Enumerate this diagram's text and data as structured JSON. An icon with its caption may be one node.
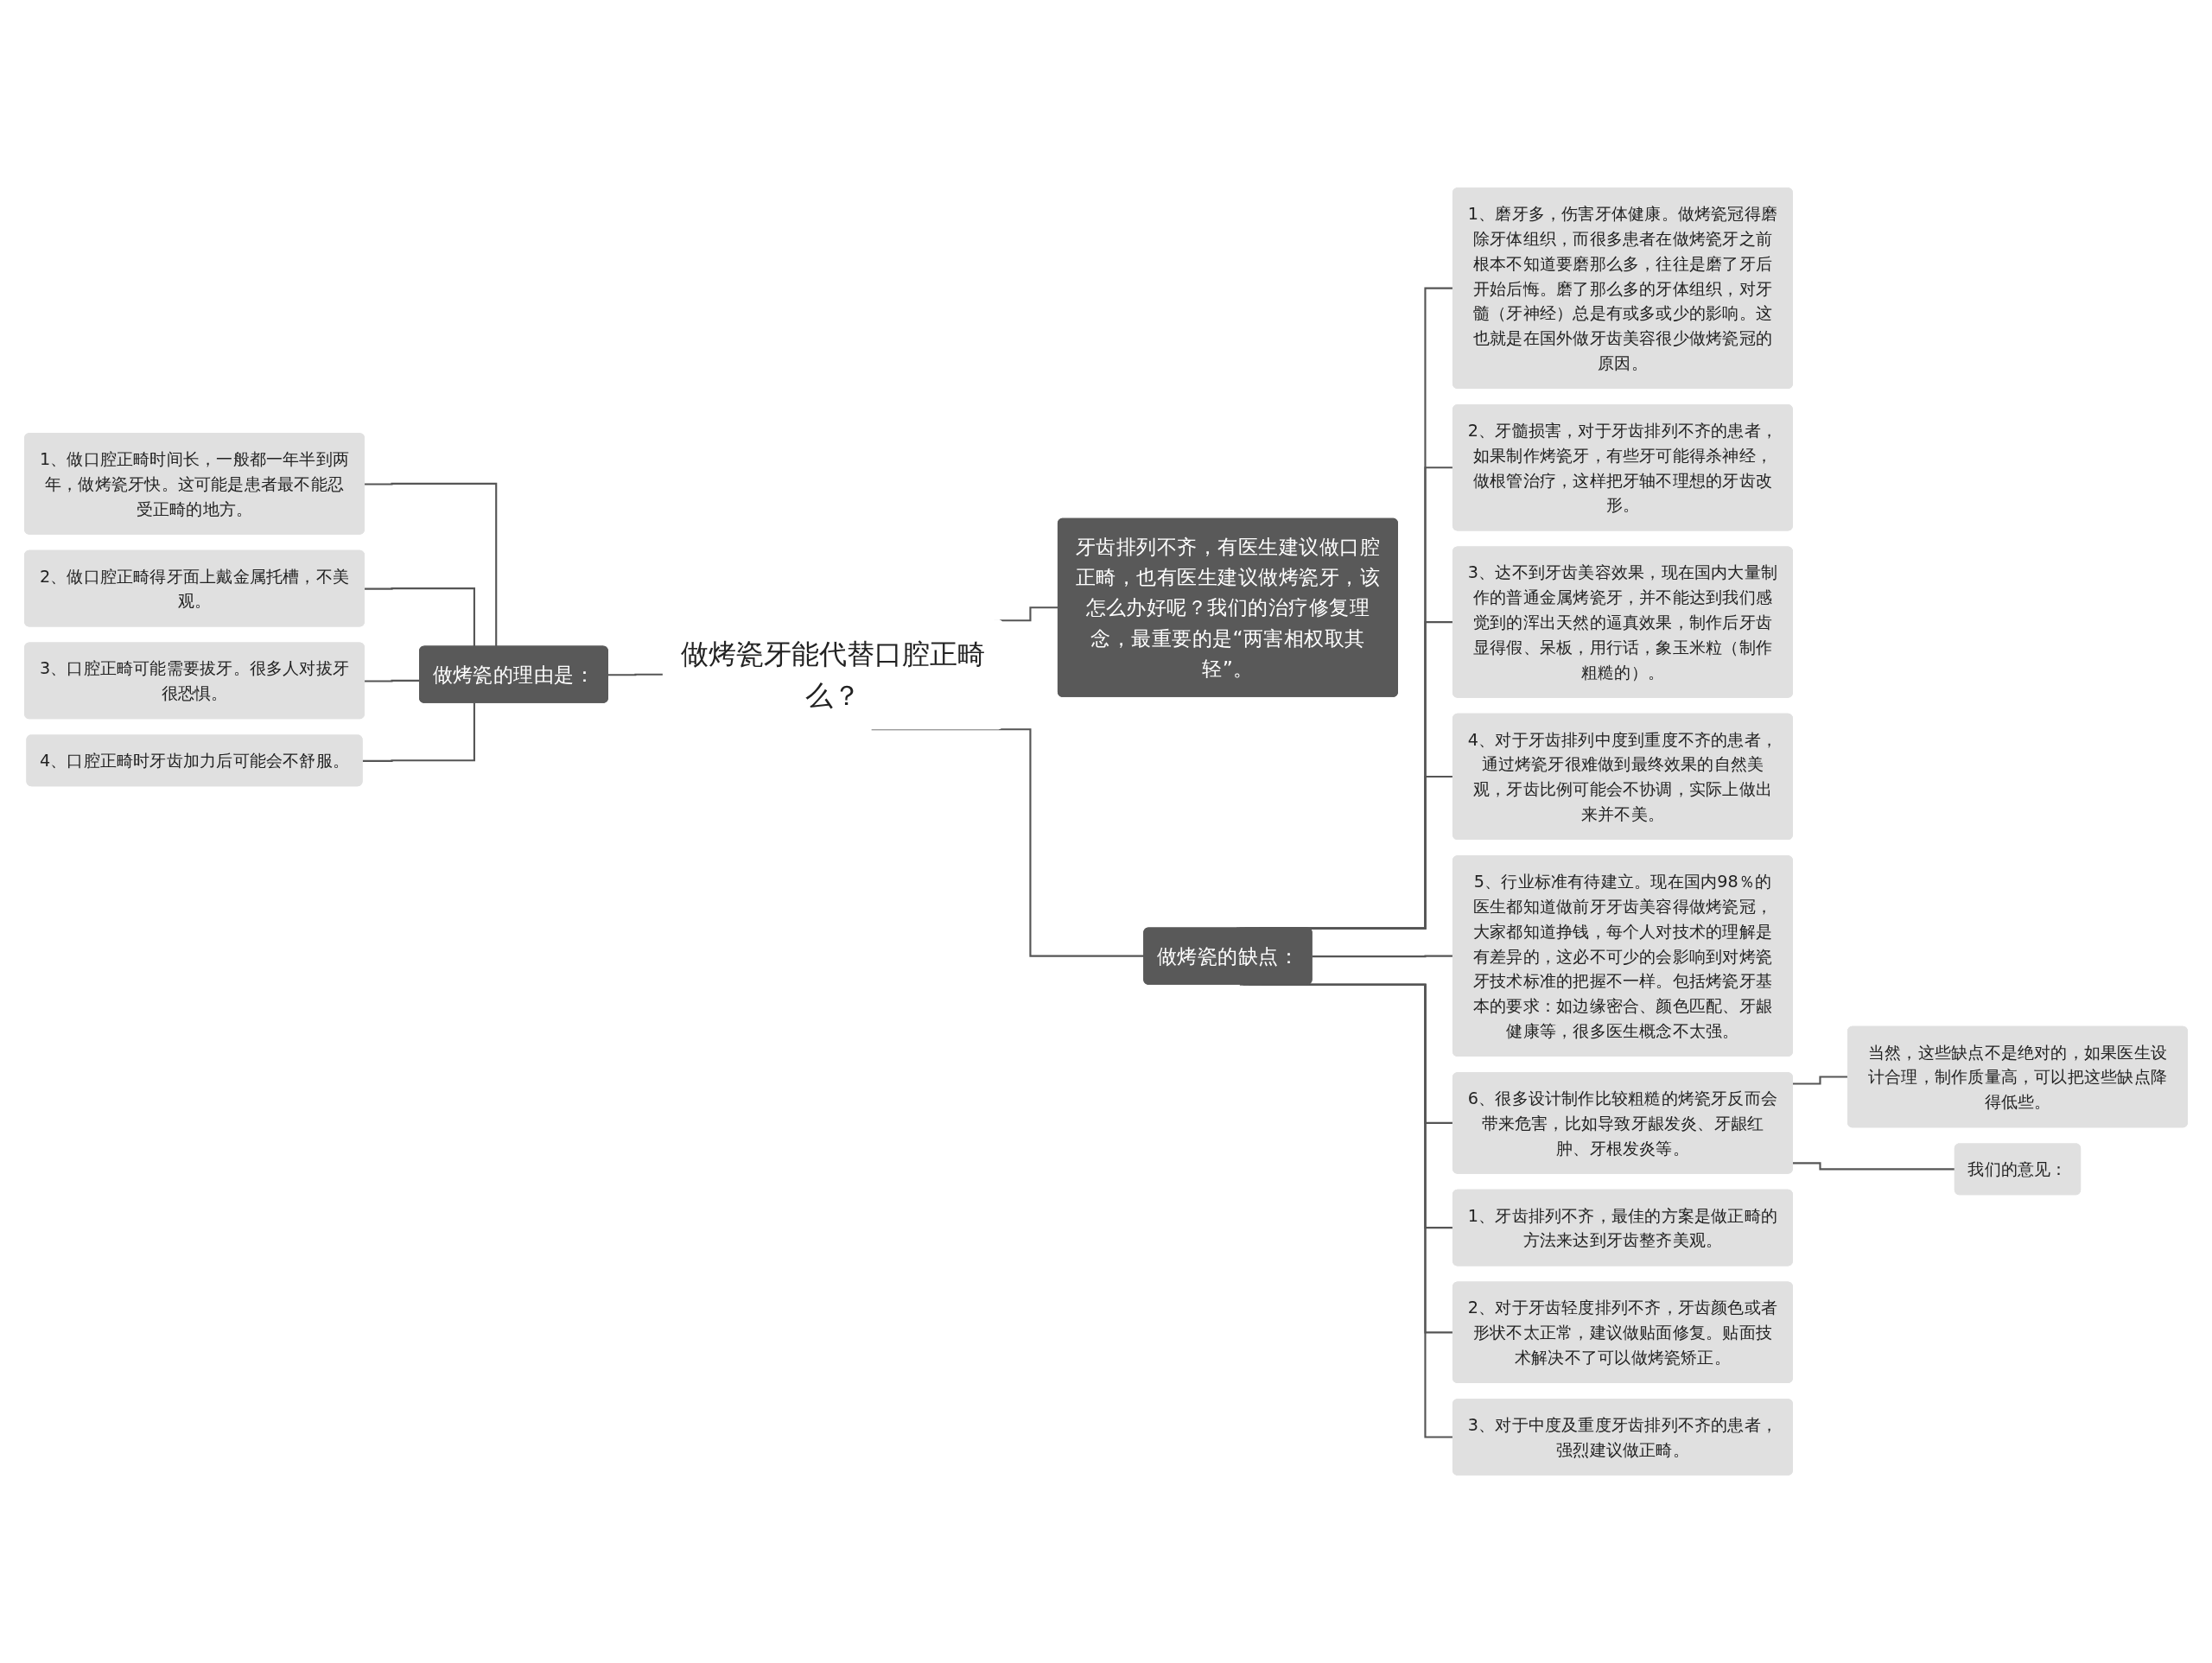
{
  "diagram": {
    "nodes": [
      {
        "text": [
          "做烤瓷牙能代替口腔正畸么？"
        ]
      },
      {
        "text": [
          "牙齿排列不齐，有医生建议做口腔正畸，也有医生建议做烤瓷牙，该怎么办好呢？我们的治疗修复理念，最重要的是“两害相权取其轻”。"
        ]
      },
      {
        "text": [
          "做烤瓷的缺点："
        ]
      },
      {
        "text": [
          "1、磨牙多，伤害牙体健康。做烤瓷冠得磨除牙体组织，而很多患者在做烤瓷牙之前根本不知道要磨那么多，往往是磨了牙后开始后悔。磨了那么多的牙体组织，对牙髓（牙神经）总是有或多或少的影响。这也就是在国外做牙齿美容很少做烤瓷冠的原因。"
        ]
      },
      {
        "text": [
          "2、牙髓损害，对于牙齿排列不齐的患者，如果制作烤瓷牙，有些牙可能得杀神经，做根管治疗，这样把牙轴不理想的牙齿改形。"
        ]
      },
      {
        "text": [
          "3、达不到牙齿美容效果，现在国内大量制作的普通金属烤瓷牙，并不能达到我们感觉到的浑出天然的逼真效果，制作后牙齿显得假、呆板，用行话，象玉米粒（制作粗糙的）。"
        ]
      },
      {
        "text": [
          "4、对于牙齿排列中度到重度不齐的患者，通过烤瓷牙很难做到最终效果的自然美观，牙齿比例可能会不协调，实际上做出来并不美。"
        ]
      },
      {
        "text": [
          "5、行业标准有待建立。现在国内98％的医生都知道做前牙牙齿美容得做烤瓷冠，大家都知道挣钱，每个人对技术的理解是有差异的，这必不可少的会影响到对烤瓷牙技术标准的把握不一样。包括烤瓷牙基本的要求：如边缘密合、颜色匹配、牙龈健康等，很多医生概念不太强。"
        ]
      },
      {
        "text": [
          "6、很多设计制作比较粗糙的烤瓷牙反而会带来危害，比如导致牙龈发炎、牙龈红肿、牙根发炎等。"
        ]
      },
      {
        "text": [
          "当然，这些缺点不是绝对的，如果医生设计合理，制作质量高，可以把这些缺点降得低些。"
        ]
      },
      {
        "text": [
          "我们的意见："
        ]
      },
      {
        "text": [
          "1、牙齿排列不齐，最佳的方案是做正畸的方法来达到牙齿整齐美观。"
        ]
      },
      {
        "text": [
          "2、对于牙齿轻度排列不齐，牙齿颜色或者形状不太正常，建议做贴面修复。贴面技术解决不了可以做烤瓷矫正。"
        ]
      },
      {
        "text": [
          "3、对于中度及重度牙齿排列不齐的患者，强烈建议做正畸。"
        ]
      },
      {
        "text": [
          "做烤瓷的理由是："
        ]
      },
      {
        "text": [
          "1、做口腔正畸时间长，一般都一年半到两年，做烤瓷牙快。这可能是患者最不能忍受正畸的地方。"
        ]
      },
      {
        "text": [
          "2、做口腔正畸得牙面上戴金属托槽，不美观。"
        ]
      },
      {
        "text": [
          "3、口腔正畸可能需要拔牙。很多人对拔牙很恐惧。"
        ]
      },
      {
        "text": [
          "4、口腔正畸时牙齿加力后可能会不舒服。"
        ]
      }
    ],
    "edges": [
      {
        "from": 0,
        "to": 1,
        "arrow": "none"
      },
      {
        "from": 0,
        "to": 2,
        "arrow": "none"
      },
      {
        "from": 2,
        "to": 3,
        "arrow": "none"
      },
      {
        "from": 2,
        "to": 4,
        "arrow": "none"
      },
      {
        "from": 2,
        "to": 5,
        "arrow": "none"
      },
      {
        "from": 2,
        "to": 6,
        "arrow": "none"
      },
      {
        "from": 2,
        "to": 7,
        "arrow": "none"
      },
      {
        "from": 2,
        "to": 8,
        "arrow": "none"
      },
      {
        "from": 8,
        "to": 9,
        "arrow": "none"
      },
      {
        "from": 8,
        "to": 10,
        "arrow": "none"
      },
      {
        "from": 2,
        "to": 11,
        "arrow": "none"
      },
      {
        "from": 2,
        "to": 12,
        "arrow": "none"
      },
      {
        "from": 2,
        "to": 13,
        "arrow": "none"
      },
      {
        "from": 14,
        "to": 0,
        "arrow": "none"
      },
      {
        "from": 15,
        "to": 14,
        "arrow": "none"
      },
      {
        "from": 16,
        "to": 14,
        "arrow": "none"
      },
      {
        "from": 17,
        "to": 14,
        "arrow": "none"
      },
      {
        "from": 18,
        "to": 14,
        "arrow": "none"
      }
    ]
  }
}
